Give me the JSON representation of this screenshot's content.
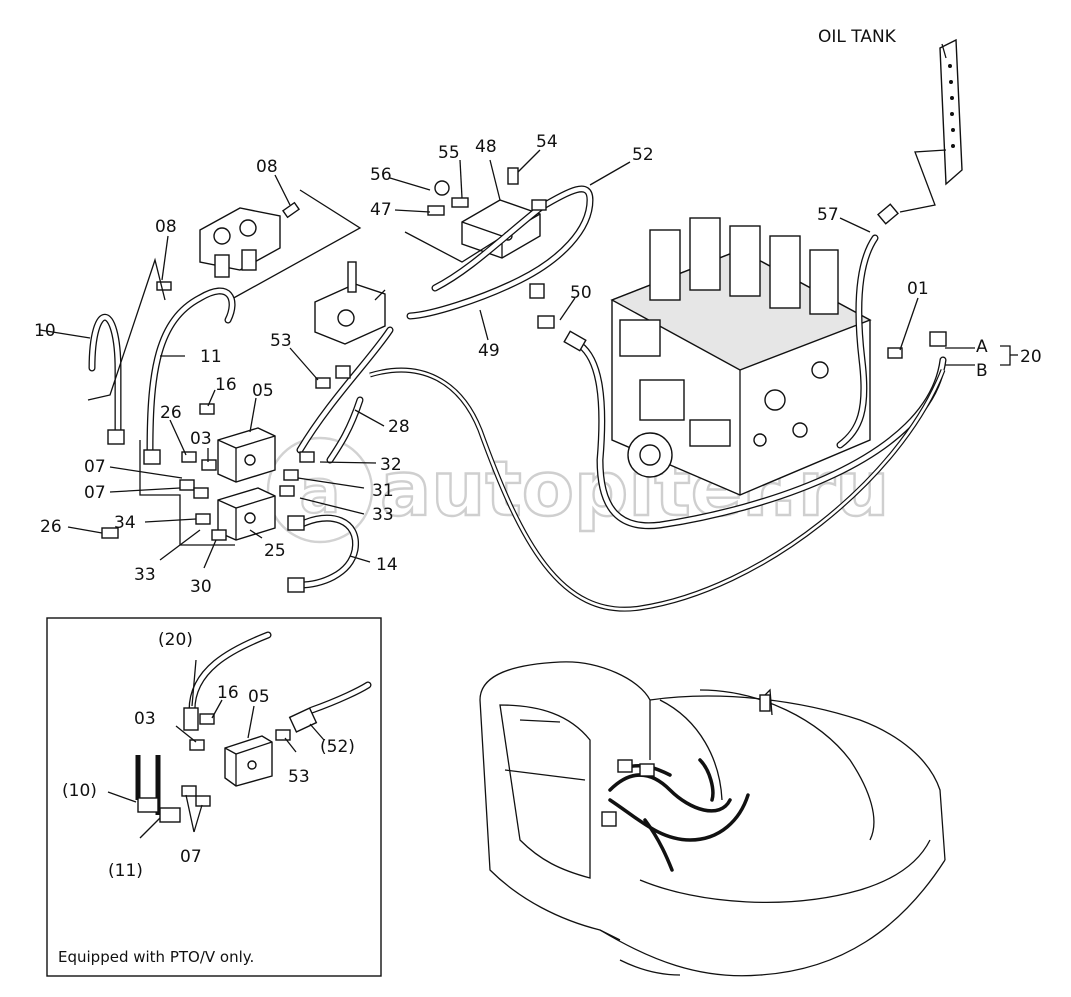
{
  "diagram": {
    "watermark": "autopiter.ru",
    "labels": {
      "oil_tank": "OIL TANK",
      "p08a": "08",
      "p08b": "08",
      "p10": "10",
      "p11": "11",
      "p56": "56",
      "p55": "55",
      "p48": "48",
      "p54": "54",
      "p52": "52",
      "p47": "47",
      "p57": "57",
      "p01": "01",
      "pA": "A",
      "pB": "B",
      "p20": "20",
      "p50": "50",
      "p49": "49",
      "p53": "53",
      "p16": "16",
      "p05": "05",
      "p26a": "26",
      "p03": "03",
      "p28": "28",
      "p32": "32",
      "p07a": "07",
      "p07b": "07",
      "p31": "31",
      "p33a": "33",
      "p34": "34",
      "p26b": "26",
      "p25": "25",
      "p14": "14",
      "p33b": "33",
      "p30": "30"
    },
    "inset": {
      "note": "Equipped with PTO/V only.",
      "labels": {
        "p20": "(20)",
        "p16": "16",
        "p05": "05",
        "p03": "03",
        "p52": "(52)",
        "p53": "53",
        "p10": "(10)",
        "p07": "07",
        "p11": "(11)"
      }
    }
  }
}
